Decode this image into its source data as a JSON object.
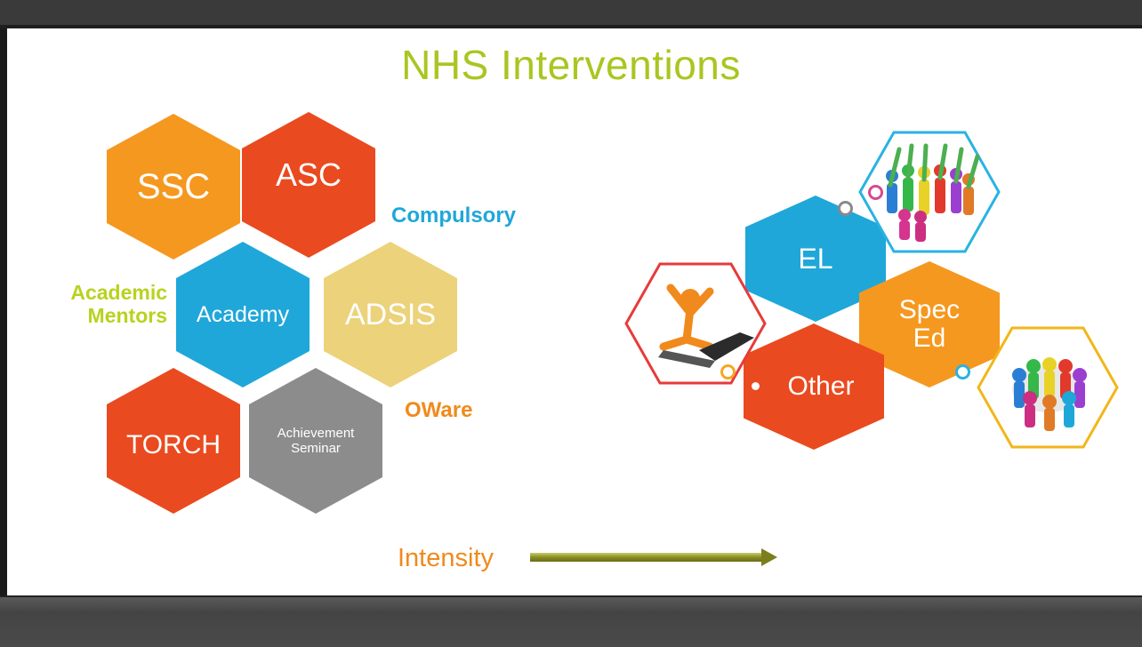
{
  "title": "NHS Interventions",
  "colors": {
    "orange": "#f5981f",
    "red": "#ea4a1f",
    "blue": "#1fa7d9",
    "gold": "#ecd27a",
    "gray": "#8c8c8c",
    "green": "#a9c621",
    "label_orange": "#f08a1c"
  },
  "left_hexes": {
    "ssc": "SSC",
    "asc": "ASC",
    "academy": "Academy",
    "adsis": "ADSIS",
    "torch": "TORCH",
    "achievement_line1": "Achievement",
    "achievement_line2": "Seminar"
  },
  "labels": {
    "compulsory": "Compulsory",
    "academic_line1": "Academic",
    "academic_line2": "Mentors",
    "oware": "OWare",
    "intensity": "Intensity"
  },
  "right_hexes": {
    "el": "EL",
    "spec_line1": "Spec",
    "spec_line2": "Ed",
    "other": "Other"
  },
  "icons": {
    "people_raising_hands": "people-raising-hands-icon",
    "person_laptop": "person-with-laptop-icon",
    "team_circle": "team-circle-icon",
    "arrow": "arrow-right-icon"
  }
}
